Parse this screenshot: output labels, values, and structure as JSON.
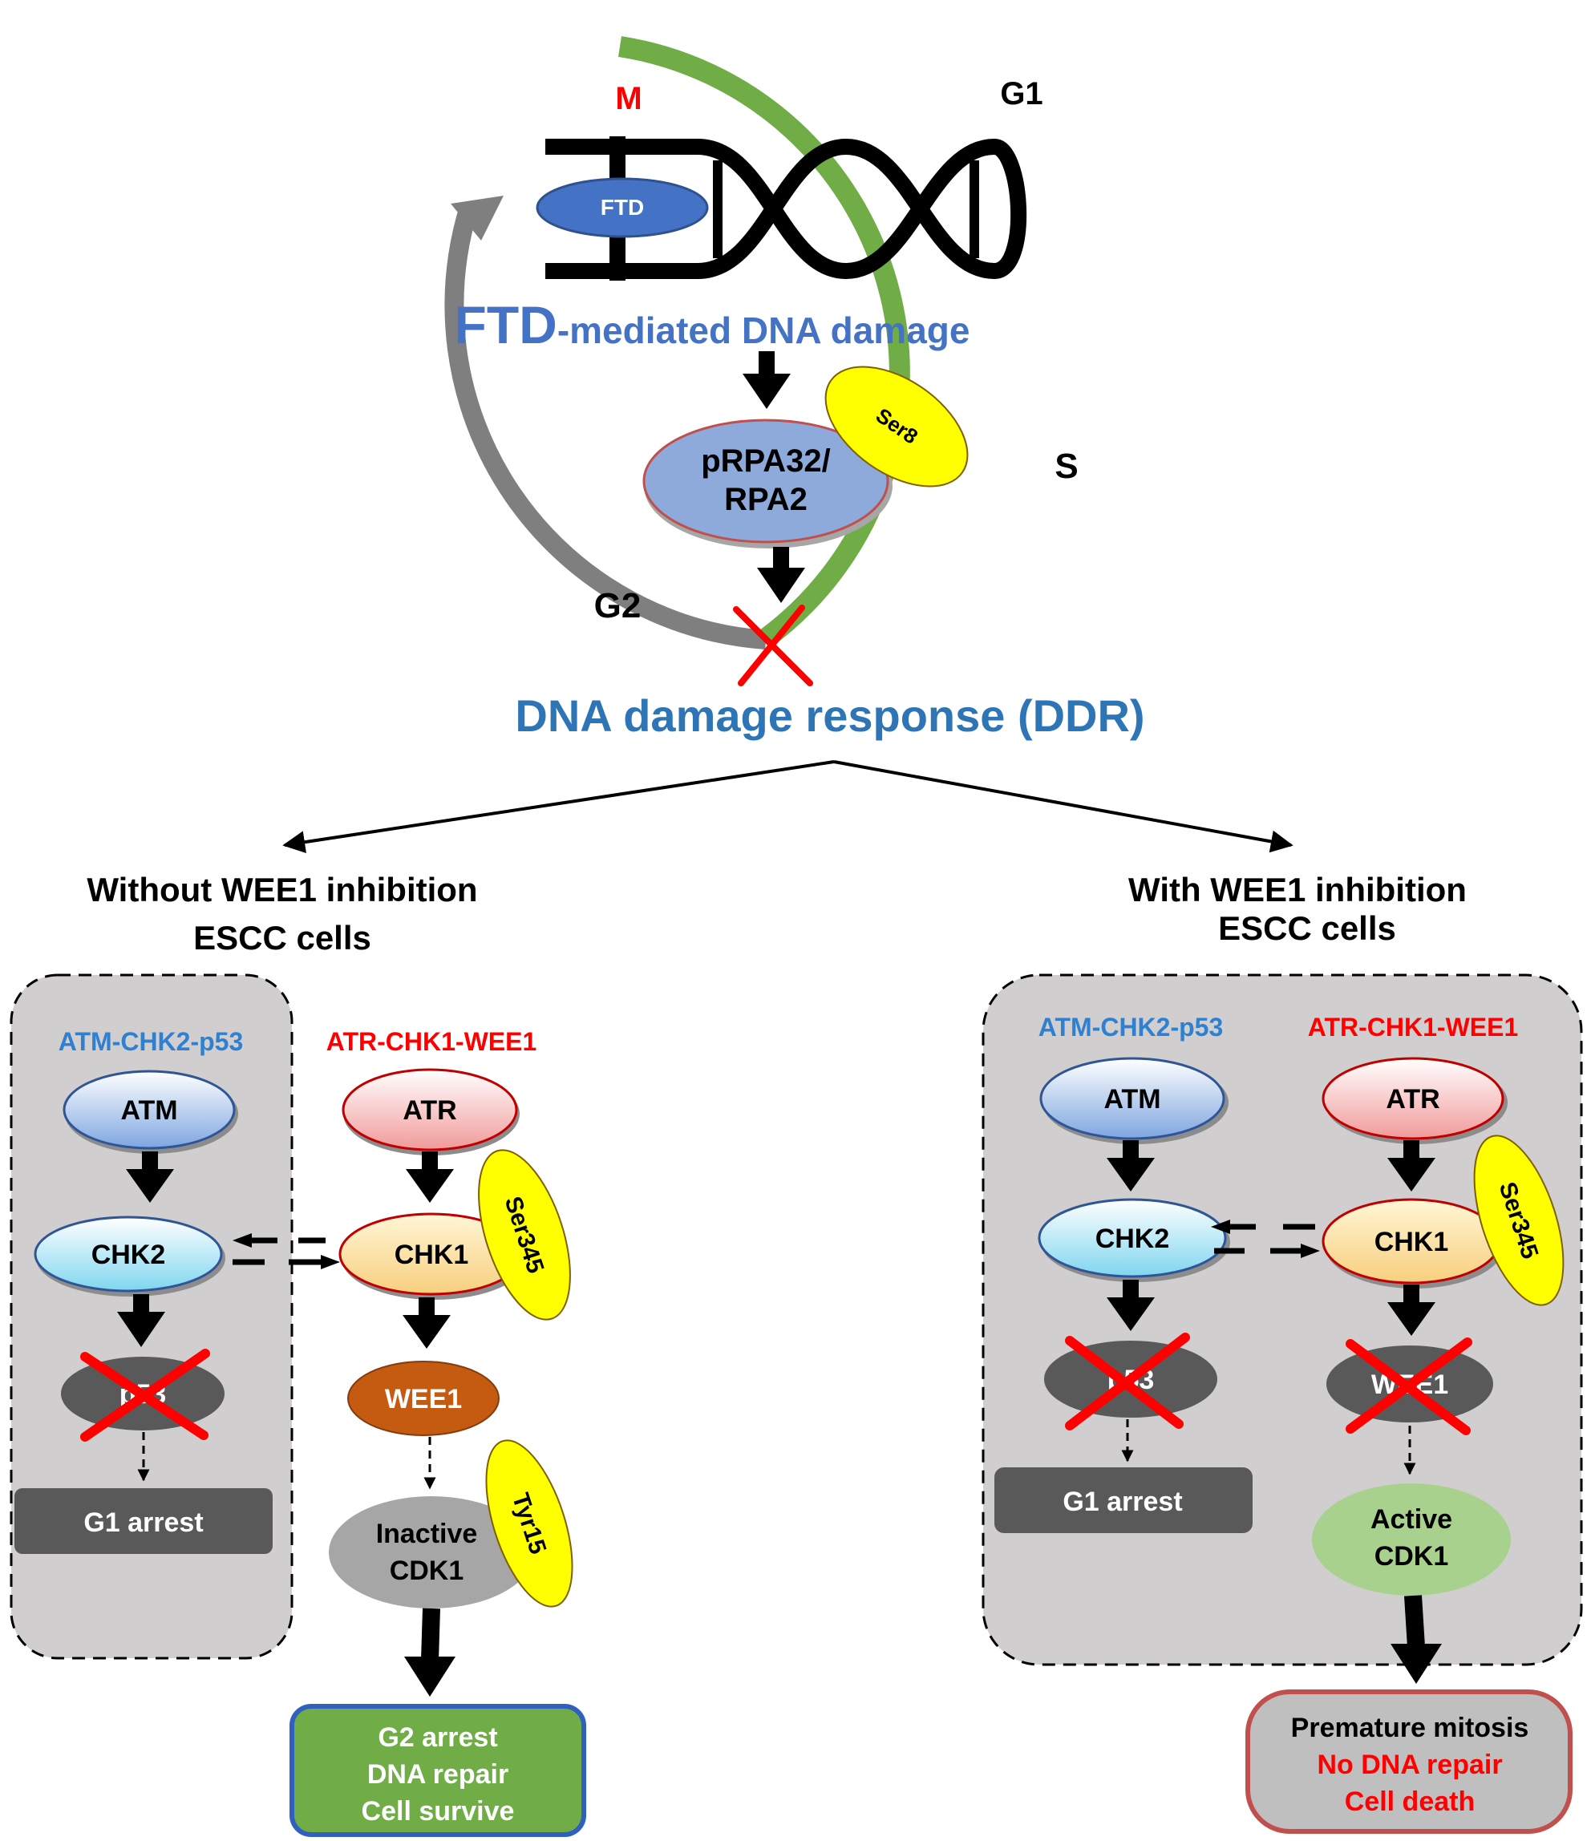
{
  "cycle": {
    "phase_m": "M",
    "phase_g1": "G1",
    "phase_s": "S",
    "phase_g2": "G2",
    "ftd_oval": "FTD"
  },
  "top": {
    "title_ftd": "FTD",
    "title_rest": "-mediated DNA damage",
    "rpa_line1": "pRPA32/",
    "rpa_line2": "RPA2",
    "ser8": "Ser8",
    "ddr": "DNA damage response (DDR)"
  },
  "left": {
    "heading_line1": "Without WEE1 inhibition",
    "heading_line2": "ESCC cells",
    "pathway_atm": "ATM-CHK2-p53",
    "pathway_atr": "ATR-CHK1-WEE1",
    "atm": "ATM",
    "chk2": "CHK2",
    "p53": "p53",
    "g1_arrest": "G1 arrest",
    "atr": "ATR",
    "chk1": "CHK1",
    "ser345": "Ser345",
    "wee1": "WEE1",
    "cdk1_line1": "Inactive",
    "cdk1_line2": "CDK1",
    "tyr15": "Tyr15",
    "outcome_line1": "G2 arrest",
    "outcome_line2": "DNA repair",
    "outcome_line3": "Cell survive"
  },
  "right": {
    "heading_line1": "With WEE1 inhibition",
    "heading_line2": "ESCC cells",
    "pathway_atm": "ATM-CHK2-p53",
    "pathway_atr": "ATR-CHK1-WEE1",
    "atm": "ATM",
    "chk2": "CHK2",
    "p53": "p53",
    "g1_arrest": "G1 arrest",
    "atr": "ATR",
    "chk1": "CHK1",
    "ser345": "Ser345",
    "wee1": "WEE1",
    "cdk1_line1": "Active",
    "cdk1_line2": "CDK1",
    "outcome_line1": "Premature mitosis",
    "outcome_line2": "No DNA repair",
    "outcome_line3": "Cell death"
  },
  "colors": {
    "title_blue": "#4472c4",
    "ddr_blue": "#2e75b6",
    "pathway_blue": "#2f80d0",
    "red": "#ff0000",
    "green_arc": "#70ad47",
    "gray_arc": "#7f7f7f",
    "yellow": "#ffff00",
    "wee1_brown": "#c55a11",
    "panel_gray": "#d0cece",
    "survive_green": "#70ad47"
  }
}
